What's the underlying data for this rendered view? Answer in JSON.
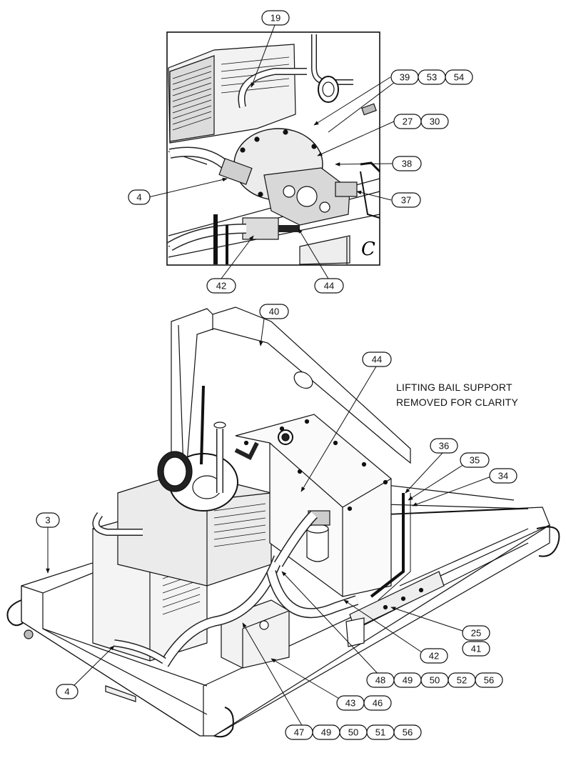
{
  "note": {
    "line1": "LIFTING BAIL SUPPORT",
    "line2": "REMOVED FOR CLARITY"
  },
  "detail_view_mark": "C",
  "callouts": {
    "c19": "19",
    "c39": "39",
    "c53": "53",
    "c54": "54",
    "c27": "27",
    "c30": "30",
    "c38": "38",
    "c37": "37",
    "c4_top": "4",
    "c42_top": "42",
    "c44_top": "44",
    "c40": "40",
    "c44_main": "44",
    "c3": "3",
    "c36": "36",
    "c35": "35",
    "c34": "34",
    "c25": "25",
    "c41": "41",
    "c42_main": "42",
    "c48": "48",
    "c49a": "49",
    "c50a": "50",
    "c52": "52",
    "c56a": "56",
    "c43": "43",
    "c46": "46",
    "c4_main": "4",
    "c47": "47",
    "c49b": "49",
    "c50b": "50",
    "c51": "51",
    "c56b": "56"
  }
}
